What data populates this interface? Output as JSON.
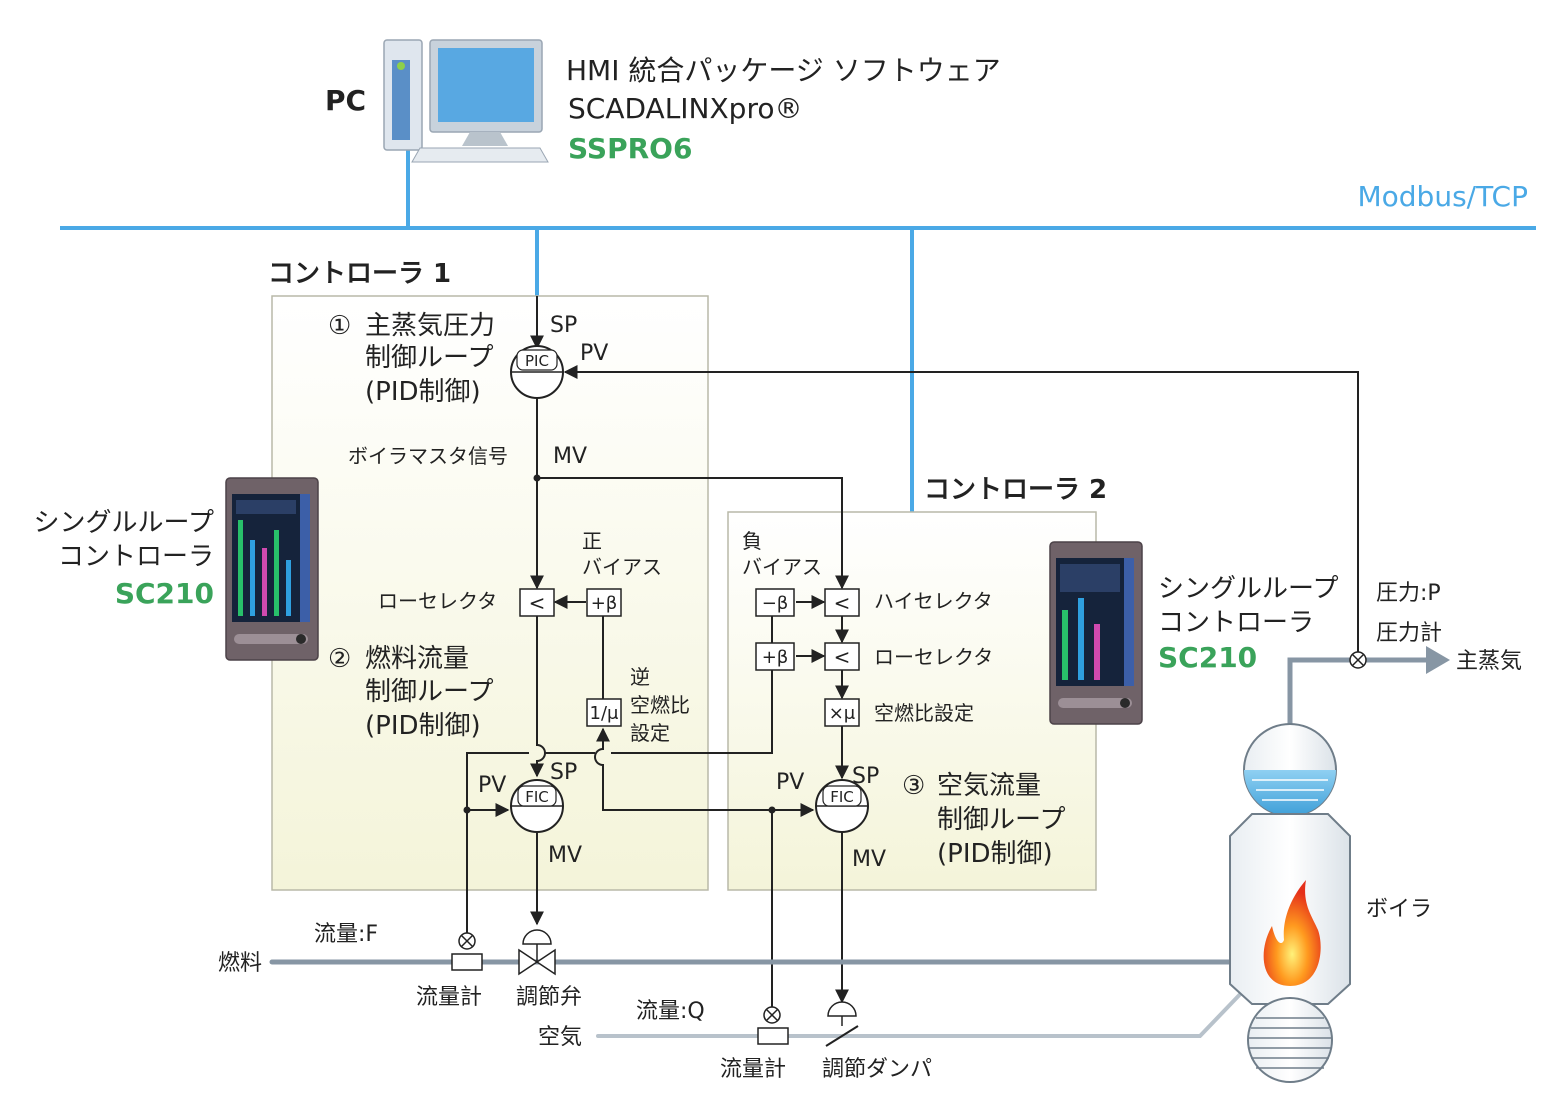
{
  "software": {
    "line1": "HMI 統合パッケージ ソフトウェア",
    "line2": "SCADALINXpro®",
    "line3": "SSPRO6"
  },
  "pc_label": "PC",
  "network_label": "Modbus/TCP",
  "controller1": {
    "label": "コントローラ 1"
  },
  "controller2": {
    "label": "コントローラ 2"
  },
  "loop1": {
    "num": "①",
    "line1": "主蒸気圧力",
    "line2": "制御ループ",
    "line3": "(PID制御)"
  },
  "loop2": {
    "num": "②",
    "line1": "燃料流量",
    "line2": "制御ループ",
    "line3": "(PID制御)"
  },
  "loop3": {
    "num": "③",
    "line1": "空気流量",
    "line2": "制御ループ",
    "line3": "(PID制御)"
  },
  "device_left": {
    "line1": "シングルループ",
    "line2": "コントローラ",
    "model": "SC210"
  },
  "device_right": {
    "line1": "シングルループ",
    "line2": "コントローラ",
    "model": "SC210"
  },
  "blocks": {
    "pic": "PIC",
    "fic1": "FIC",
    "fic2": "FIC",
    "less1": "<",
    "plus_beta_left": "+β",
    "inv_mu": "1/μ",
    "minus_beta": "−β",
    "less_high": "<",
    "plus_beta_right": "+β",
    "less_low": "<",
    "times_mu": "×μ"
  },
  "signals": {
    "sp": "SP",
    "pv": "PV",
    "mv": "MV"
  },
  "labels": {
    "boiler_master": "ボイラマスタ信号",
    "low_selector": "ローセレクタ",
    "pos_bias_1": "正",
    "pos_bias_2": "バイアス",
    "neg_bias_1": "負",
    "neg_bias_2": "バイアス",
    "high_selector": "ハイセレクタ",
    "low_selector_2": "ローセレクタ",
    "ratio_set": "空燃比設定",
    "inv_ratio_1": "逆",
    "inv_ratio_2": "空燃比",
    "inv_ratio_3": "設定",
    "fuel": "燃料",
    "air": "空気",
    "flow_f": "流量:F",
    "flow_q": "流量:Q",
    "flowmeter1": "流量計",
    "flowmeter2": "流量計",
    "control_valve": "調節弁",
    "control_damper": "調節ダンパ",
    "pressure_p": "圧力:P",
    "pressure_gauge": "圧力計",
    "main_steam": "主蒸気",
    "boiler": "ボイラ"
  },
  "colors": {
    "network": "#4aa9e6",
    "accent_green": "#3aa35a",
    "panel": "#fbfbec",
    "pipe": "#8796a4"
  }
}
